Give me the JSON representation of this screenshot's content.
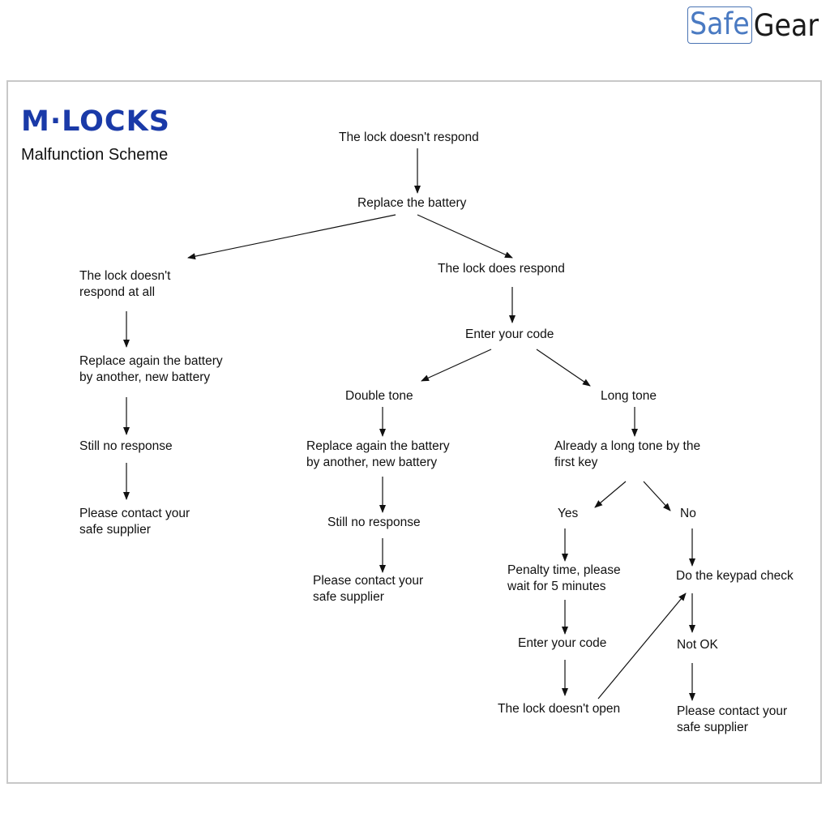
{
  "brand": {
    "part1": "Safe",
    "part2": "Gear"
  },
  "logo": "M·LOCKS",
  "subtitle": "Malfunction Scheme",
  "nodes": {
    "start": "The lock doesn't respond",
    "replace_battery": "Replace the battery",
    "no_respond_at_all": "The lock doesn't\nrespond at all",
    "does_respond": "The lock does respond",
    "left_replace_again": "Replace again the battery\nby another, new battery",
    "left_still_no": "Still no response",
    "left_contact": "Please contact your\nsafe supplier",
    "enter_code": "Enter your code",
    "double_tone": "Double tone",
    "long_tone": "Long tone",
    "mid_replace_again": "Replace again the battery\nby another, new battery",
    "mid_still_no": "Still no response",
    "mid_contact": "Please contact your\nsafe supplier",
    "already_long": "Already a long tone by the\nfirst key",
    "yes": "Yes",
    "no": "No",
    "penalty": "Penalty time, please\nwait for 5 minutes",
    "keypad_check": "Do the keypad check",
    "enter_code_2": "Enter your code",
    "not_ok": "Not OK",
    "doesnt_open": "The lock doesn't open",
    "right_contact": "Please contact your\nsafe supplier"
  }
}
